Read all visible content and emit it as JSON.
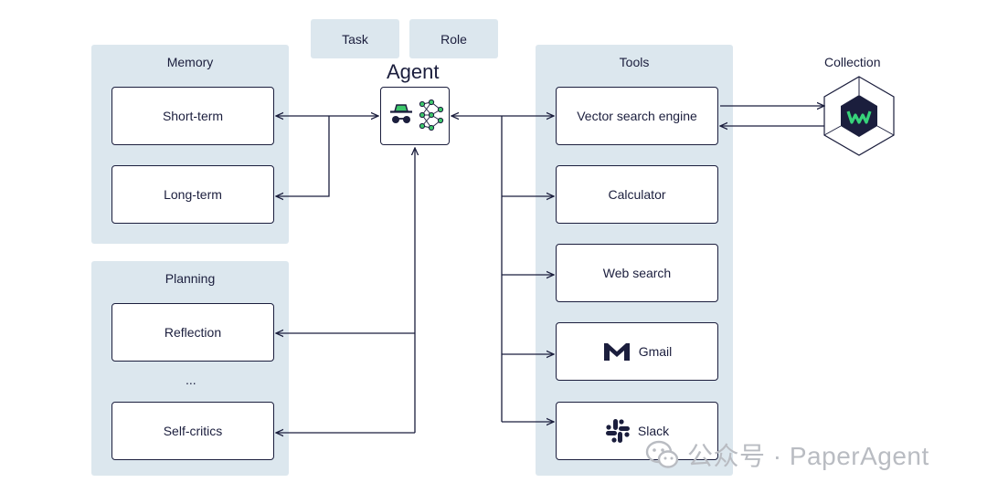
{
  "tags": {
    "task": "Task",
    "role": "Role"
  },
  "agent": {
    "title": "Agent"
  },
  "memory": {
    "title": "Memory",
    "items": [
      "Short-term",
      "Long-term"
    ]
  },
  "planning": {
    "title": "Planning",
    "items": [
      "Reflection",
      "...",
      "Self-critics"
    ]
  },
  "tools": {
    "title": "Tools",
    "items": [
      "Vector search engine",
      "Calculator",
      "Web search",
      "Gmail",
      "Slack"
    ]
  },
  "collection": {
    "title": "Collection"
  },
  "watermark": {
    "text": "公众号 · PaperAgent"
  },
  "colors": {
    "panel": "#dce7ee",
    "ink": "#1b1e3d",
    "agent_green": "#3cc76a",
    "weaviate": "#1b1e3d",
    "weaviate_green": "#37d37a"
  },
  "icons": [
    "spy-icon",
    "neural-network-icon",
    "weaviate-logo-icon",
    "gmail-icon",
    "slack-icon",
    "wechat-icon"
  ]
}
